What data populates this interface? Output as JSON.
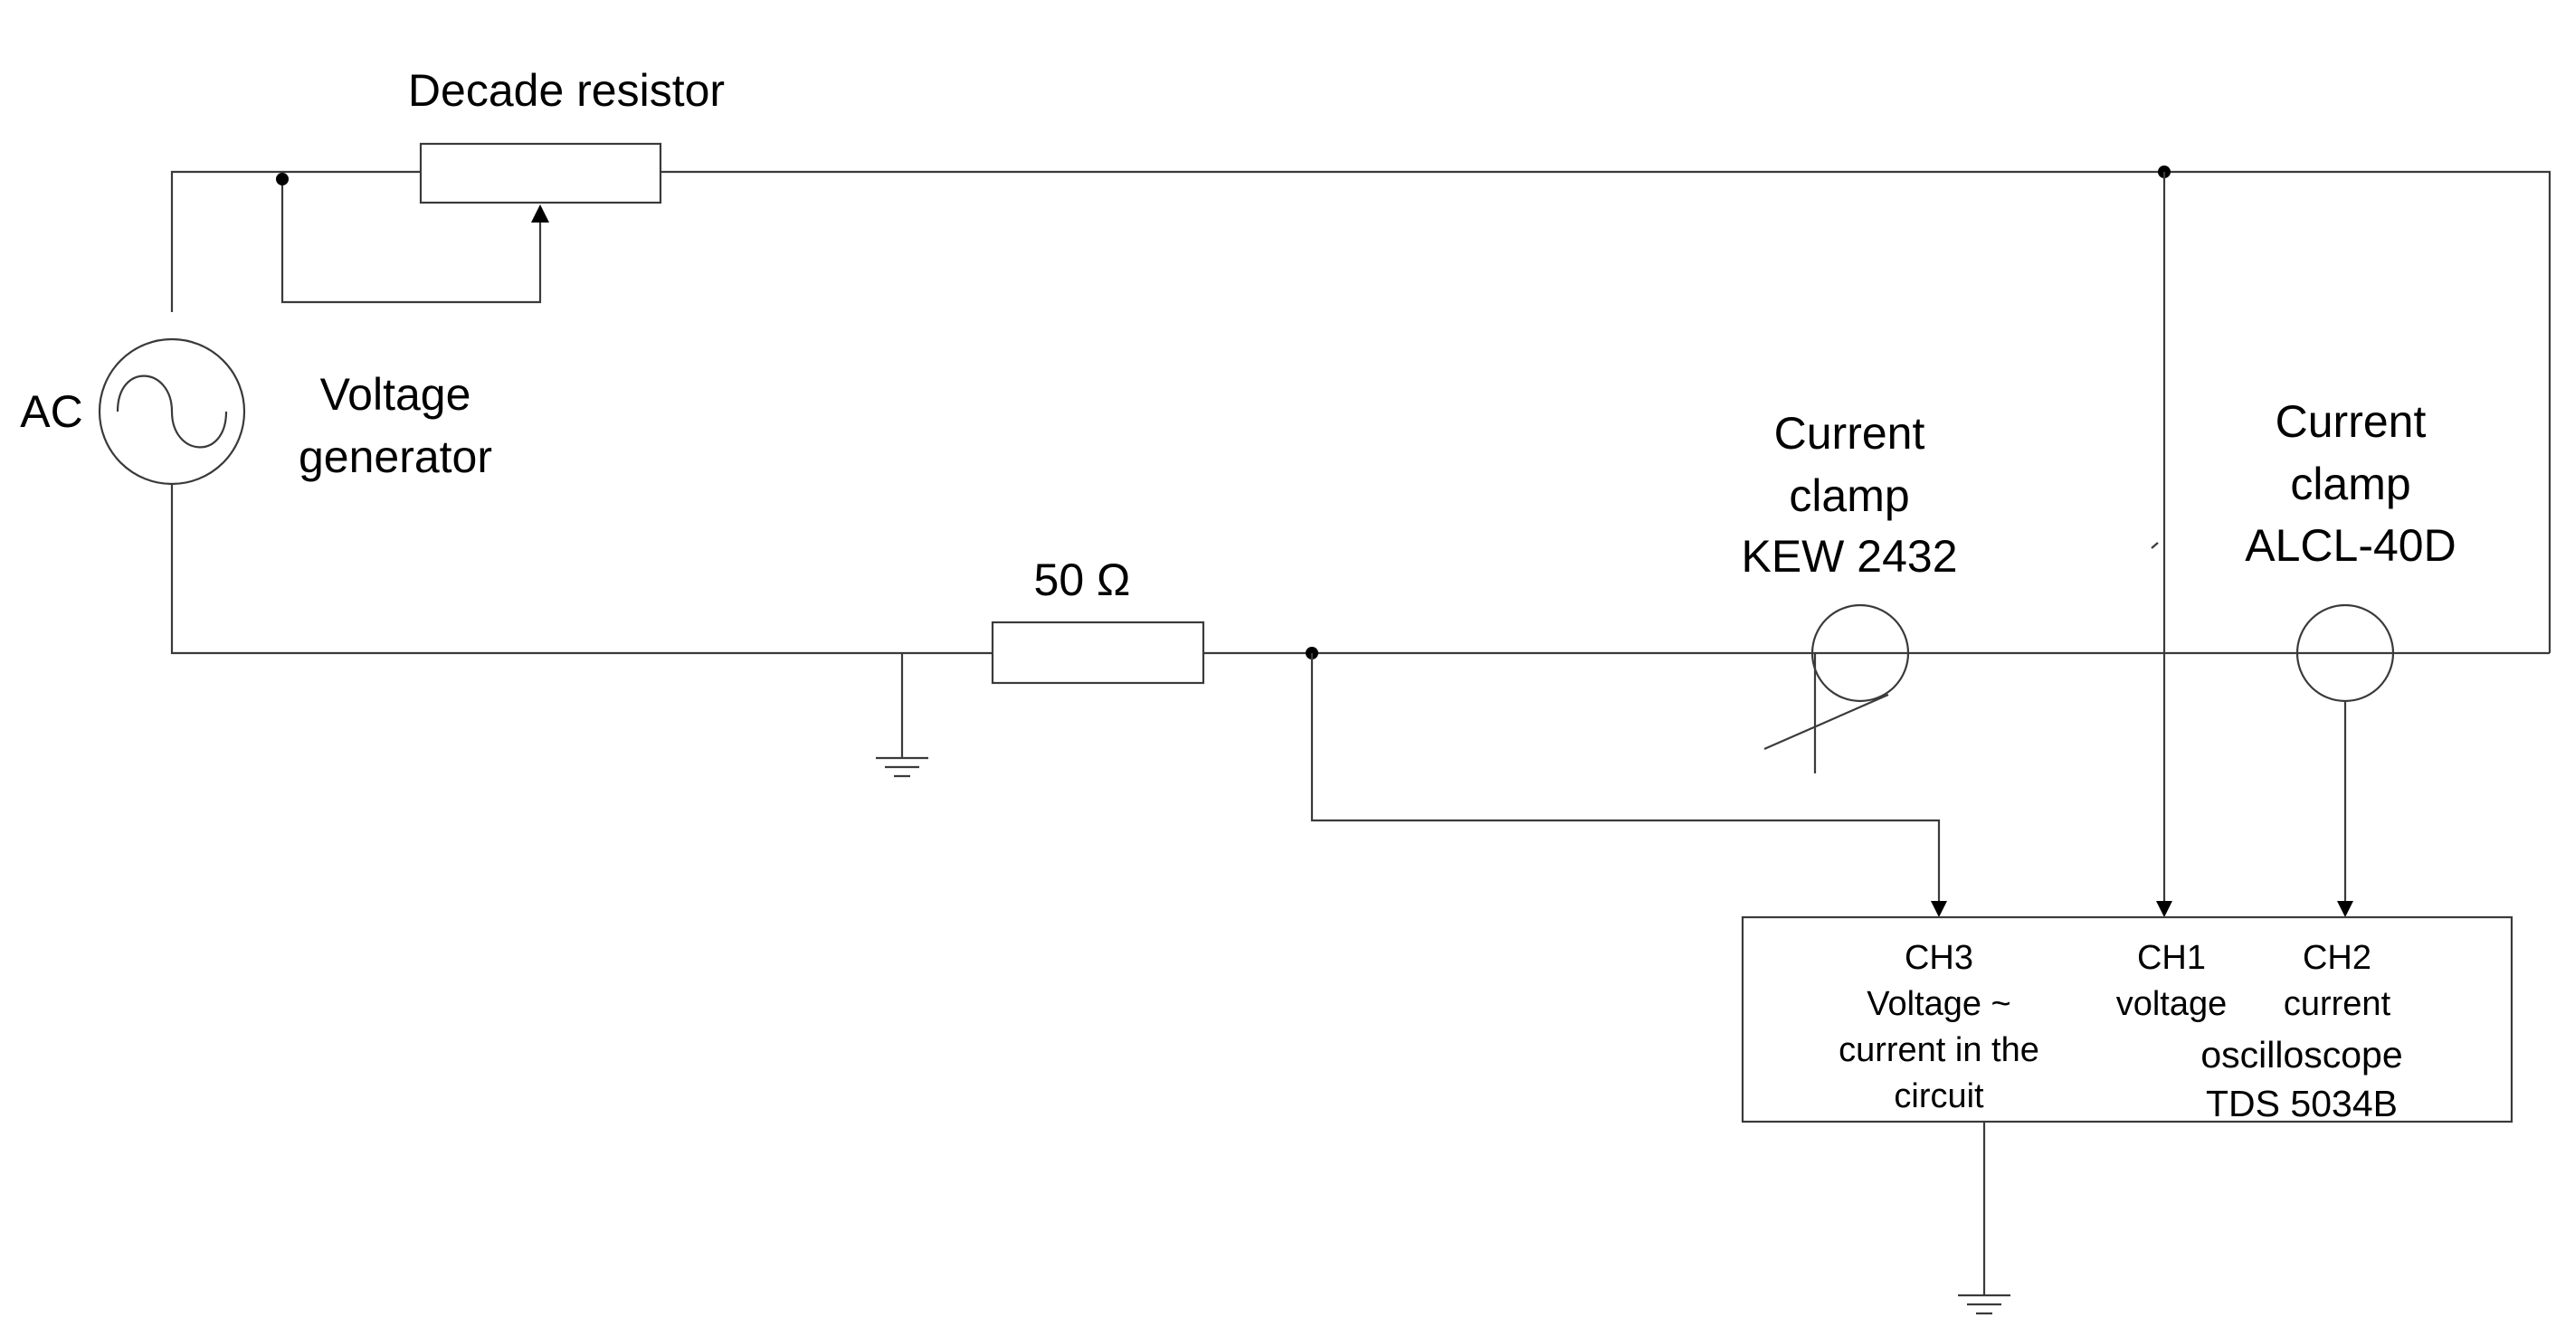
{
  "labels": {
    "decade_resistor": "Decade resistor",
    "ac": "AC",
    "voltage_generator_line1": "Voltage",
    "voltage_generator_line2": "generator",
    "resistor_50": "50 Ω",
    "clamp1_line1": "Current",
    "clamp1_line2": "clamp",
    "clamp1_line3": "KEW 2432",
    "clamp2_line1": "Current",
    "clamp2_line2": "clamp",
    "clamp2_line3": "ALCL-40D"
  },
  "oscilloscope": {
    "ch3_line1": "CH3",
    "ch3_line2": "Voltage ~",
    "ch3_line3": "current in the",
    "ch3_line4": "circuit",
    "ch1_line1": "CH1",
    "ch1_line2": "voltage",
    "ch2_line1": "CH2",
    "ch2_line2": "current",
    "name_line1": "oscilloscope",
    "name_line2": "TDS 5034B"
  },
  "colors": {
    "wire": "#3a3a3a",
    "background": "#ffffff"
  }
}
